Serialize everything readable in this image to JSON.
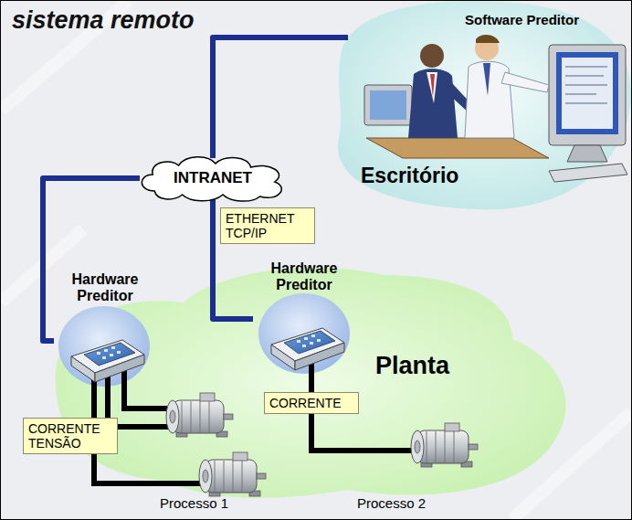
{
  "diagram": {
    "title": "sistema remoto",
    "nodes": [
      {
        "text": [
          "Software Preditor",
          "Escritório"
        ]
      },
      {
        "text": [
          "INTRANET"
        ]
      },
      {
        "text": [
          "Hardware Preditor"
        ]
      },
      {
        "text": [
          "Hardware Preditor"
        ]
      },
      {
        "text": [
          "Planta"
        ]
      }
    ],
    "edges": [
      {
        "from": 1,
        "to": 0,
        "arrow": "none"
      },
      {
        "from": 1,
        "to": 2,
        "arrow": "none"
      },
      {
        "from": 1,
        "to": 3,
        "arrow": "none"
      }
    ],
    "labels": [
      "ETHERNET TCP/IP",
      "CORRENTE TENSÃO",
      "CORRENTE",
      "Processo 1",
      "Processo 2"
    ]
  }
}
